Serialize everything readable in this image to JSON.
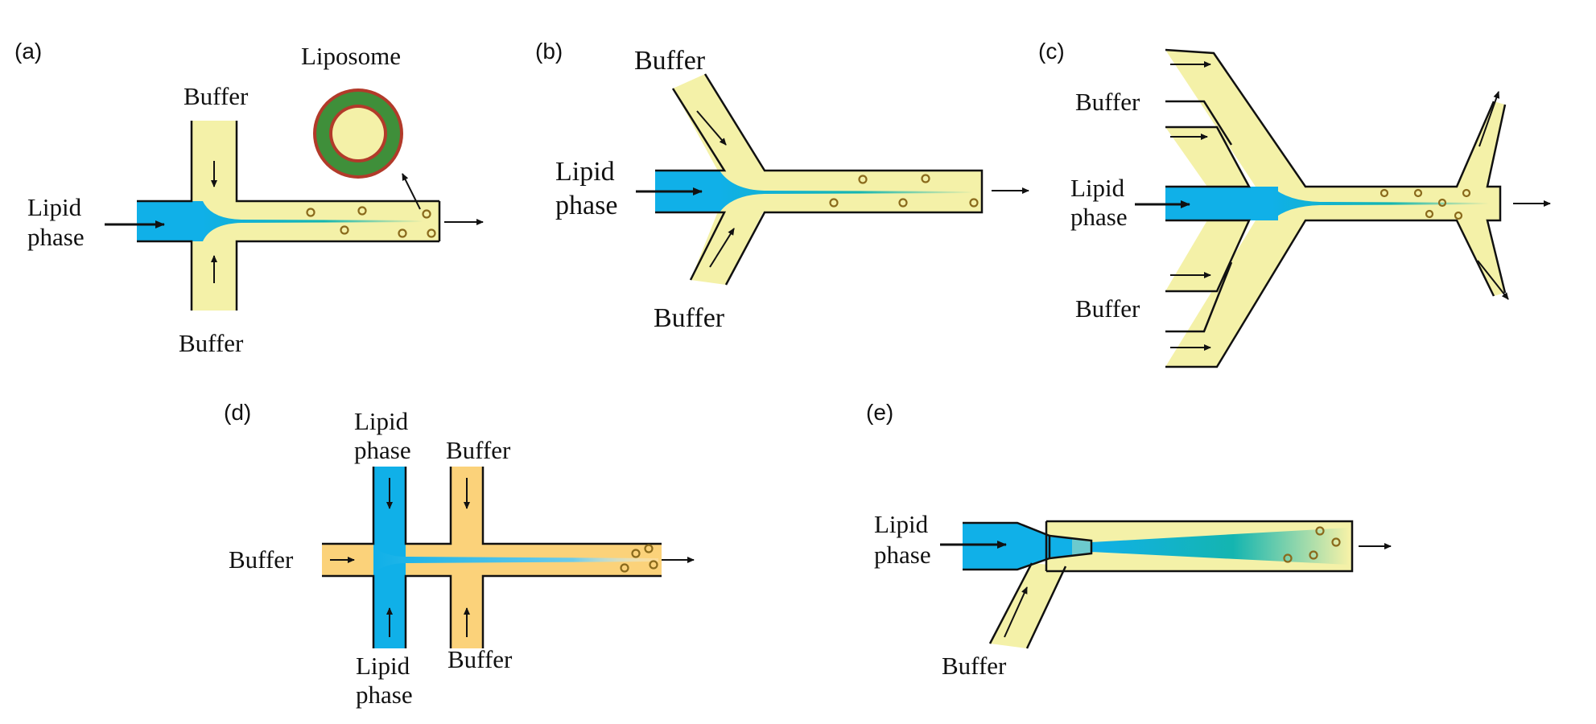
{
  "panels": {
    "a": {
      "tag": "(a)",
      "top_label": "Buffer",
      "bottom_label": "Buffer",
      "lipid_line1": "Lipid",
      "lipid_line2": "phase",
      "liposome_label": "Liposome"
    },
    "b": {
      "tag": "(b)",
      "top_label": "Buffer",
      "bottom_label": "Buffer",
      "lipid_line1": "Lipid",
      "lipid_line2": "phase"
    },
    "c": {
      "tag": "(c)",
      "top_label": "Buffer",
      "bottom_label": "Buffer",
      "lipid_line1": "Lipid",
      "lipid_line2": "phase"
    },
    "d": {
      "tag": "(d)",
      "top_lipid_line1": "Lipid",
      "top_lipid_line2": "phase",
      "top_buffer": "Buffer",
      "left_buffer": "Buffer",
      "bottom_lipid_line1": "Lipid",
      "bottom_lipid_line2": "phase",
      "bottom_buffer": "Buffer"
    },
    "e": {
      "tag": "(e)",
      "lipid_line1": "Lipid",
      "lipid_line2": "phase",
      "buffer_label": "Buffer"
    }
  },
  "colors": {
    "buffer": "#f4f1a8",
    "lipid": "#10b0e8",
    "buffer_orange": "#fbd27a",
    "mixing": "#14b5b0",
    "liposome_outer": "#b23a2a",
    "liposome_middle": "#3f8f3a",
    "vesicle": "#8a6a1c"
  }
}
